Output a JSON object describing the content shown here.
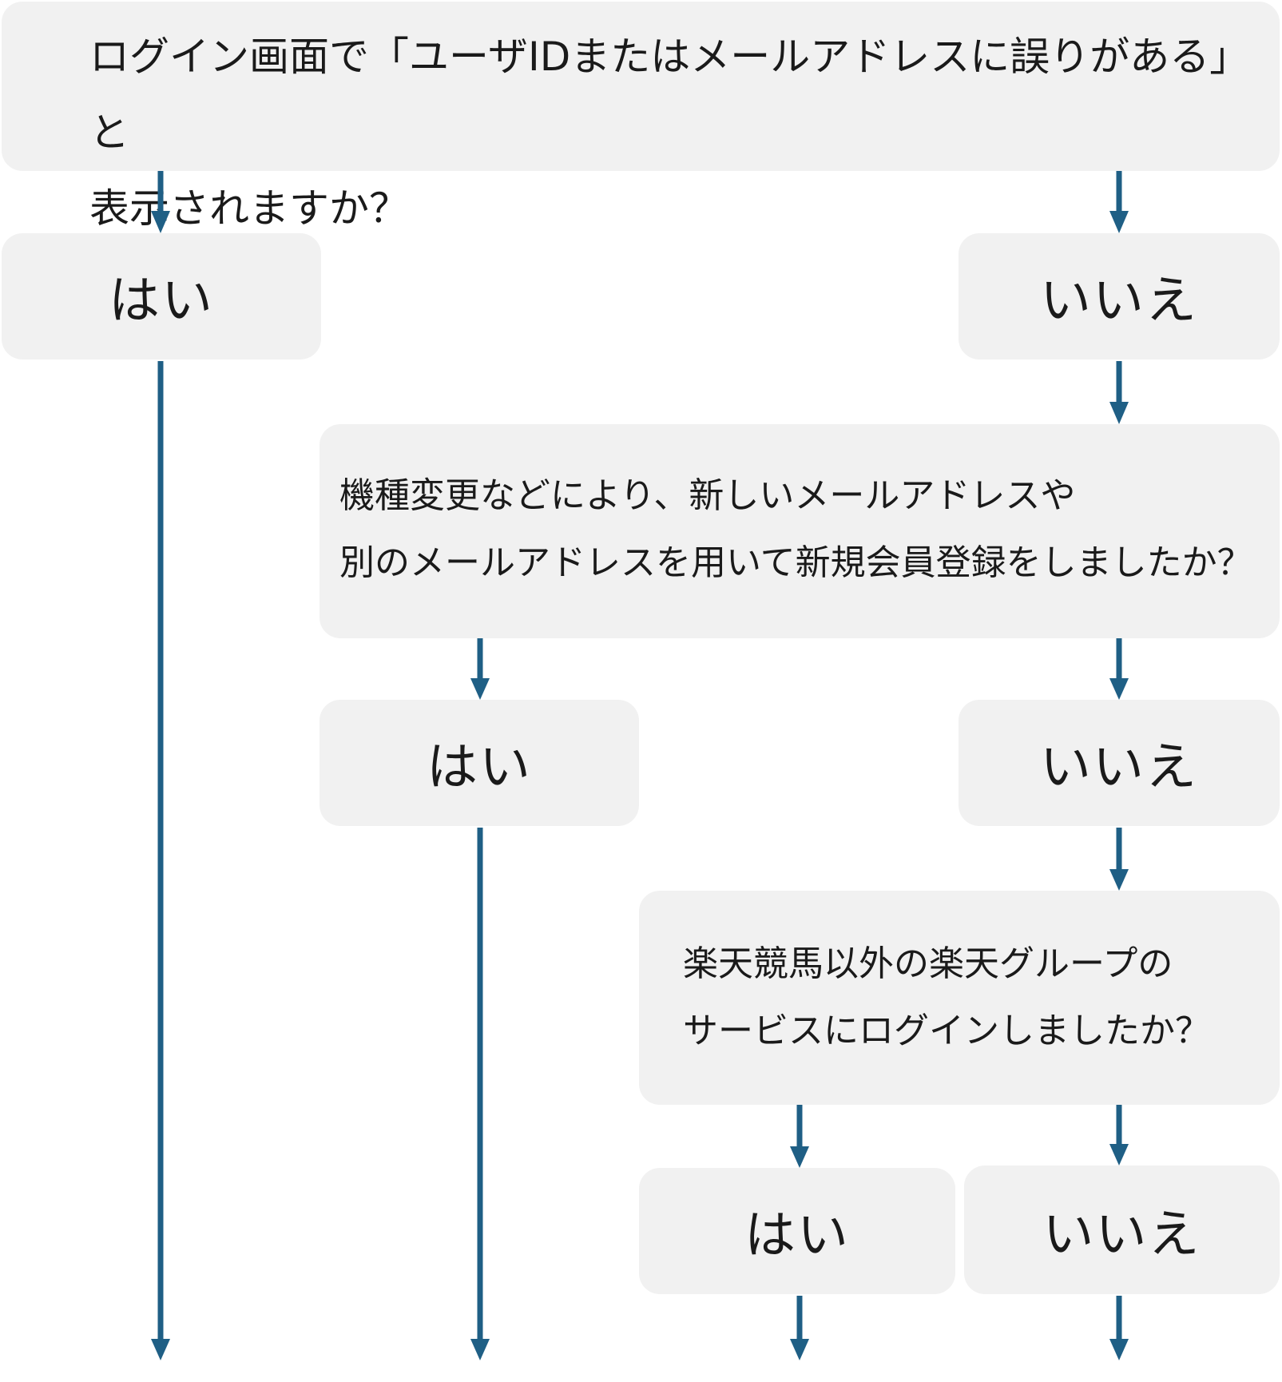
{
  "colors": {
    "box_fill": "#f1f1f1",
    "arrow": "#1f5f85",
    "text": "#1a1a1a"
  },
  "question1": {
    "line1": "ログイン画面で「ユーザIDまたはメールアドレスに誤りがある」と",
    "line2": "表示されますか？"
  },
  "question1_answers": {
    "yes": "はい",
    "no": "いいえ"
  },
  "question2": {
    "line1": "機種変更などにより、新しいメールアドレスや",
    "line2": "別のメールアドレスを用いて新規会員登録をしましたか？"
  },
  "question2_answers": {
    "yes": "はい",
    "no": "いいえ"
  },
  "question3": {
    "line1": "楽天競馬以外の楽天グループの",
    "line2": "サービスにログインしましたか？"
  },
  "question3_answers": {
    "yes": "はい",
    "no": "いいえ"
  }
}
